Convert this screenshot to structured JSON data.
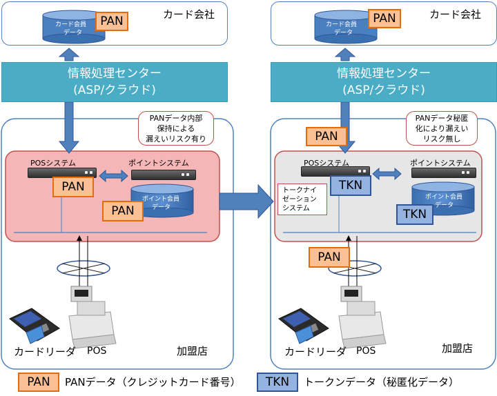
{
  "left": {
    "card_company": "カード会社",
    "card_db": [
      "カード会員",
      "データ"
    ],
    "pan_db": "PAN",
    "center": [
      "情報処理センター",
      "(ASP/クラウド)"
    ],
    "callout": [
      "PANデータ内部",
      "保持による",
      "漏えいリスク有り"
    ],
    "pos_system": "POSシステム",
    "point_system": "ポイントシステム",
    "pan_pos": "PAN",
    "point_db": [
      "ポイント会員",
      "データ"
    ],
    "pan_point": "PAN",
    "card_reader": "カードリーダ",
    "pos": "POS",
    "store": "加盟店"
  },
  "right": {
    "card_company": "カード会社",
    "card_db": [
      "カード会員",
      "データ"
    ],
    "pan_db": "PAN",
    "center": [
      "情報処理センター",
      "(ASP/クラウド)"
    ],
    "callout": [
      "PANデータ秘匿",
      "化により漏えい",
      "リスク無し"
    ],
    "pan_up": "PAN",
    "pos_system": "POSシステム",
    "point_system": "ポイントシステム",
    "tkn_pos": "TKN",
    "tokenization": [
      "トークナイ",
      "ゼーション",
      "システム"
    ],
    "point_db": [
      "ポイント会員",
      "データ"
    ],
    "tkn_point": "TKN",
    "pan_bottom": "PAN",
    "card_reader": "カードリーダ",
    "pos": "POS",
    "store": "加盟店"
  },
  "legend": {
    "pan_key": "PAN",
    "pan_desc": "PANデータ（クレジットカード番号）",
    "tkn_key": "TKN",
    "tkn_desc": "トークンデータ（秘匿化データ）"
  },
  "colors": {
    "pan_fill": "#fbc093",
    "pan_border": "#e46c0a",
    "tkn_fill": "#95b3e0",
    "tkn_border": "#2f5597",
    "center_fill": "#4bacc6",
    "arrow": "#4f81bd",
    "risk_zone": "#f4b6b6",
    "safe_zone": "#e6e6e6"
  }
}
